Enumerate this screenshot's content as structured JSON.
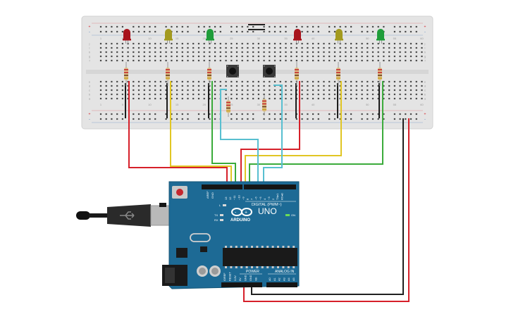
{
  "breadboard": {
    "column_numbers": [
      "1",
      "5",
      "10",
      "15",
      "20",
      "25",
      "30",
      "35",
      "40",
      "45",
      "50",
      "55",
      "60"
    ],
    "row_letters": [
      "a",
      "b",
      "c",
      "d",
      "e",
      "f",
      "g",
      "h",
      "i",
      "j"
    ],
    "power_signs": [
      "+",
      "-"
    ]
  },
  "components": {
    "led_colors": [
      "red",
      "yellow",
      "green",
      "red",
      "yellow",
      "green"
    ],
    "led_hex": {
      "red": "#a8141d",
      "yellow": "#a39a1e",
      "green": "#1f9d3a"
    },
    "button_count": 2,
    "resistor_count": 8
  },
  "wires": {
    "colors": {
      "red": "#d6202a",
      "yellow": "#e1c624",
      "green": "#3bab3b",
      "cyan": "#58bfd0",
      "black": "#202020"
    }
  },
  "arduino": {
    "board_color": "#1d6a95",
    "logo_text": "ARDUINO",
    "model_text": "UNO",
    "digital_label": "DIGITAL (PWM~)",
    "on_label": "ON",
    "tx_label": "TX",
    "rx_label": "RX",
    "l_label": "L",
    "power_label": "POWER",
    "analog_label": "ANALOG IN",
    "aref_label": "AREF",
    "gnd_label": "GND",
    "digital_pins": [
      "13",
      "12",
      "~11",
      "~10",
      "~9",
      "8",
      "7",
      "~6",
      "~5",
      "4",
      "~3",
      "2",
      "TX▸1",
      "RX◂0"
    ],
    "power_pins": [
      "IOREF",
      "RESET",
      "3.3V",
      "5V",
      "GND",
      "GND",
      "Vin"
    ],
    "analog_pins": [
      "A0",
      "A1",
      "A2",
      "A3",
      "A4",
      "A5"
    ]
  }
}
